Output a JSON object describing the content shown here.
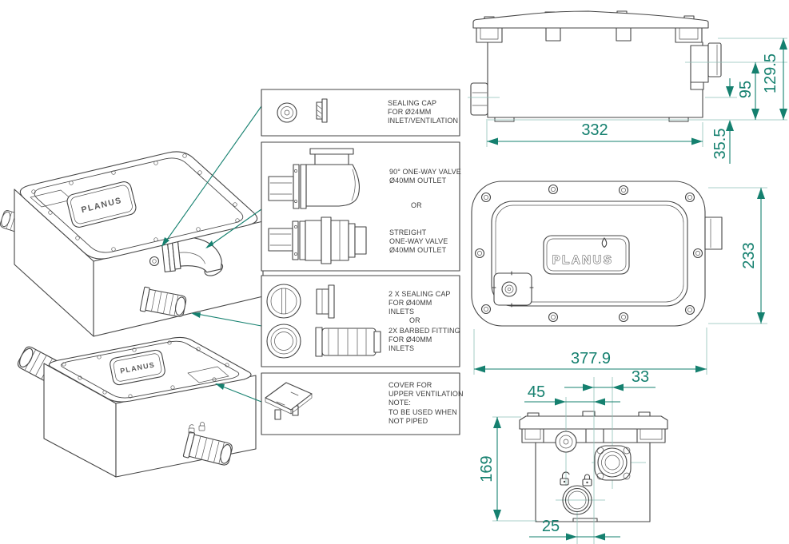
{
  "drawing": {
    "brand_logo": "PLANUS",
    "callouts": [
      {
        "lines": [
          "SEALING CAP",
          "FOR Ø24MM",
          "INLET/VENTILATION"
        ]
      },
      {
        "top_lines": [
          "90° ONE-WAY VALVE",
          "Ø40MM OUTLET"
        ],
        "separator": "OR",
        "bottom_lines": [
          "STREIGHT",
          "ONE-WAY VALVE",
          "Ø40MM OUTLET"
        ]
      },
      {
        "top_lines": [
          "2 X SEALING CAP",
          "FOR Ø40MM",
          "INLETS"
        ],
        "separator": "OR",
        "bottom_lines": [
          "2X BARBED FITTING",
          "FOR Ø40MM",
          "INLETS"
        ]
      },
      {
        "lines": [
          "COVER FOR",
          "UPPER VENTILATION",
          "NOTE:",
          "TO BE USED WHEN",
          "NOT PIPED"
        ]
      }
    ],
    "dimensions": {
      "side": {
        "width": "332",
        "outlet_center_height": "95",
        "total_height": "129.5",
        "inlet_center_height": "35.5"
      },
      "top": {
        "height": "233",
        "width": "377.9"
      },
      "end": {
        "vent_offset": "45",
        "outlet_offset": "33",
        "height": "169",
        "inlet_offset": "25"
      }
    },
    "colors": {
      "line": "#454545",
      "dimension": "#15806F",
      "centerline": "#8fc0b6"
    }
  }
}
